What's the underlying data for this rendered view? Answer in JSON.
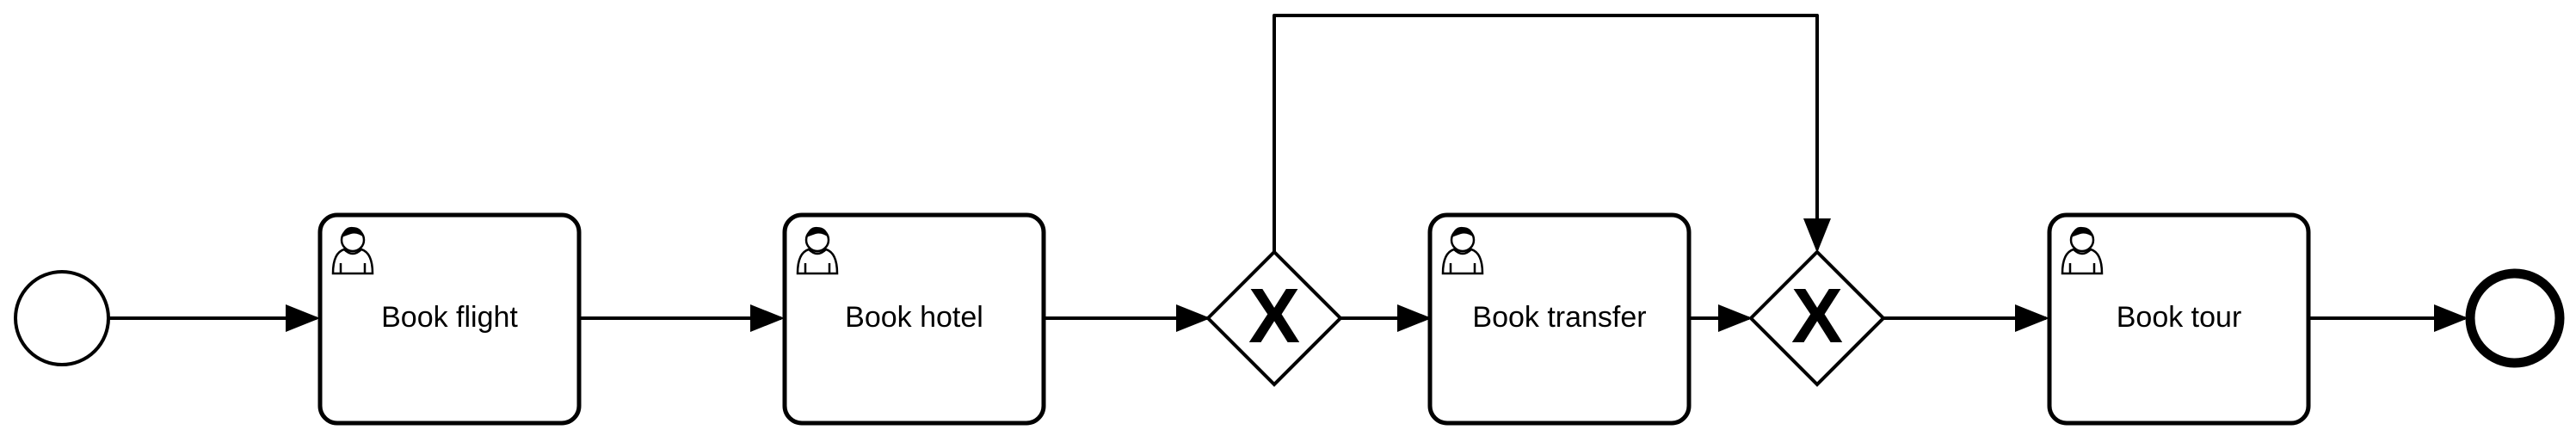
{
  "diagram": {
    "type": "bpmn-process",
    "start_event": {
      "name": ""
    },
    "tasks": [
      {
        "id": "t1",
        "label": "Book flight",
        "kind": "user-task",
        "icon": "user-icon"
      },
      {
        "id": "t2",
        "label": "Book hotel",
        "kind": "user-task",
        "icon": "user-icon"
      },
      {
        "id": "t3",
        "label": "Book transfer",
        "kind": "user-task",
        "icon": "user-icon"
      },
      {
        "id": "t4",
        "label": "Book tour",
        "kind": "user-task",
        "icon": "user-icon"
      }
    ],
    "gateways": [
      {
        "id": "g1",
        "kind": "exclusive",
        "mark": "X"
      },
      {
        "id": "g2",
        "kind": "exclusive",
        "mark": "X"
      }
    ],
    "end_event": {
      "name": ""
    },
    "flows": [
      {
        "from": "start",
        "to": "t1"
      },
      {
        "from": "t1",
        "to": "t2"
      },
      {
        "from": "t2",
        "to": "g1"
      },
      {
        "from": "g1",
        "to": "t3"
      },
      {
        "from": "t3",
        "to": "g2"
      },
      {
        "from": "g1",
        "to": "g2"
      },
      {
        "from": "g2",
        "to": "t4"
      },
      {
        "from": "t4",
        "to": "end"
      }
    ],
    "colors": {
      "stroke": "#000000",
      "fill": "#ffffff"
    }
  }
}
